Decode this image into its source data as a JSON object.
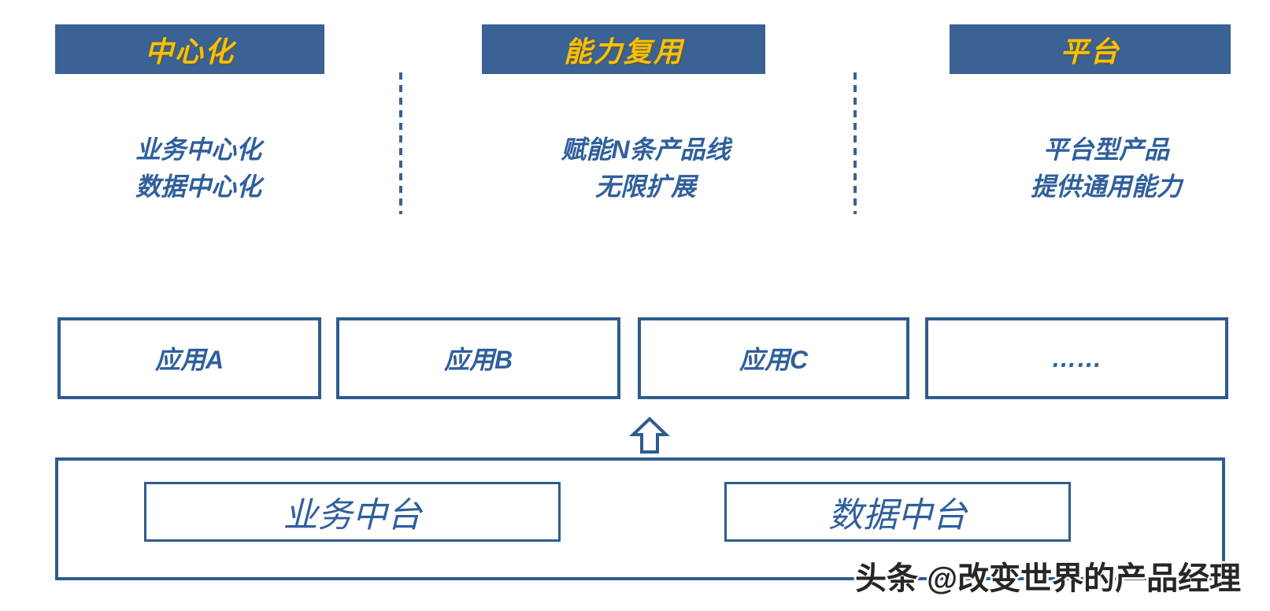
{
  "colors": {
    "header_bg": "#3A6294",
    "header_text": "#FFC000",
    "text_blue": "#2F5F9C",
    "border_blue": "#2F5B8F",
    "watermark_text": "#262626"
  },
  "columns": [
    {
      "header": "中心化",
      "line1": "业务中心化",
      "line2": "数据中心化"
    },
    {
      "header": "能力复用",
      "line1": "赋能N条产品线",
      "line2": "无限扩展"
    },
    {
      "header": "平台",
      "line1": "平台型产品",
      "line2": "提供通用能力"
    }
  ],
  "apps": [
    {
      "label": "应用A"
    },
    {
      "label": "应用B"
    },
    {
      "label": "应用C"
    },
    {
      "label": "……"
    }
  ],
  "icons": {
    "up_arrow": "block-up-arrow"
  },
  "platforms": [
    {
      "label": "业务中台"
    },
    {
      "label": "数据中台"
    }
  ],
  "watermark": {
    "text": "头条 @改变世界的产品经理"
  }
}
